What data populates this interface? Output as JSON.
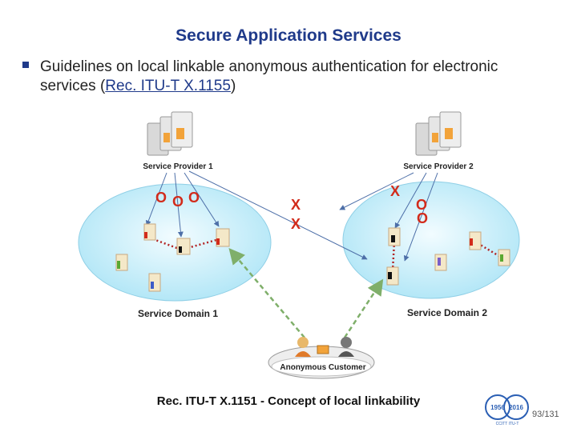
{
  "slide": {
    "title": "Secure Application Services",
    "bullet": {
      "text_before": "Guidelines on local linkable anonymous authentication for electronic services (",
      "link": "Rec. ITU-T X.1155",
      "text_after": ")"
    },
    "caption": "Rec. ITU-T X.1151 - Concept of local linkability",
    "page_current": "93",
    "page_total": "131"
  },
  "diagram": {
    "provider1_label": "Service Provider 1",
    "provider2_label": "Service Provider 2",
    "domain1_label": "Service Domain 1",
    "domain2_label": "Service Domain 2",
    "customer_label": "Anonymous Customer",
    "mark_o": "O",
    "mark_x": "X",
    "colors": {
      "domain_fill": "#c8eefa",
      "mark_red": "#d22b1b",
      "arrow": "#4d6fa8",
      "dashed_green": "#7faf6a",
      "dotted_red": "#b22222"
    }
  },
  "logo": {
    "year_left": "1956",
    "year_right": "2016",
    "caption": "CCITT ITU-T"
  }
}
